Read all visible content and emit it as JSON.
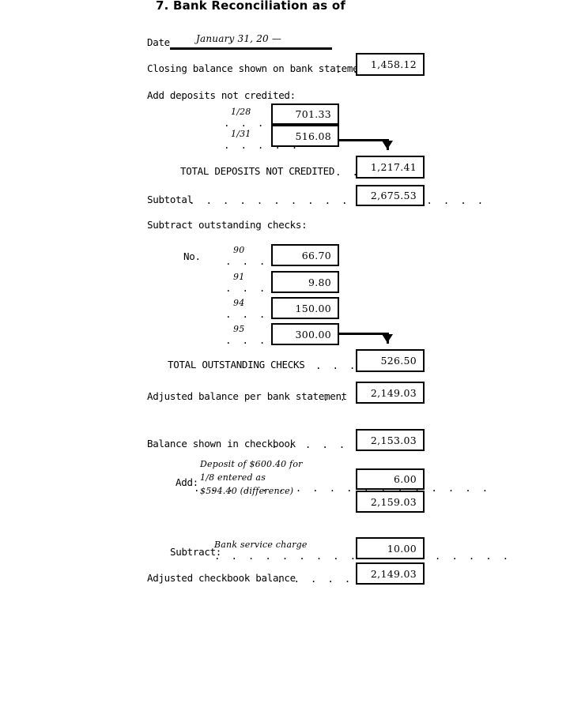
{
  "form": {
    "title": "7. Bank Reconciliation as of",
    "date_label": "Date",
    "date_value": "January 31, 20 —"
  },
  "bank_side": {
    "closing_balance_label": "Closing balance shown on bank statement",
    "closing_balance_value": "1,458.12",
    "add_deposits_label": "Add deposits not credited:",
    "deposits": [
      {
        "date": "1/28",
        "amount": "701.33"
      },
      {
        "date": "1/31",
        "amount": "516.08"
      }
    ],
    "total_deposits_label": "TOTAL DEPOSITS NOT CREDITED",
    "total_deposits_value": "1,217.41",
    "subtotal_label": "Subtotal",
    "subtotal_value": "2,675.53",
    "subtract_checks_label": "Subtract outstanding checks:",
    "number_label": "No.",
    "checks": [
      {
        "number": "90",
        "amount": "66.70"
      },
      {
        "number": "91",
        "amount": "9.80"
      },
      {
        "number": "94",
        "amount": "150.00"
      },
      {
        "number": "95",
        "amount": "300.00"
      }
    ],
    "total_checks_label": "TOTAL OUTSTANDING CHECKS",
    "total_checks_value": "526.50",
    "adjusted_bank_label": "Adjusted balance per bank statement",
    "adjusted_bank_value": "2,149.03"
  },
  "checkbook_side": {
    "balance_label": "Balance shown in checkbook",
    "balance_value": "2,153.03",
    "add_label": "Add:",
    "add_note_line1": "Deposit of $600.40 for",
    "add_note_line2": "1/8 entered as",
    "add_note_line3": "$594.40 (difference)",
    "add_value": "6.00",
    "add_running_total": "2,159.03",
    "subtract_label": "Subtract:",
    "subtract_note": "Bank service charge",
    "subtract_value": "10.00",
    "adjusted_checkbook_label": "Adjusted checkbook balance",
    "adjusted_checkbook_value": "2,149.03"
  },
  "leaders": {
    "d2": ". .",
    "d4": ". . . .",
    "d5": ". . . . .",
    "d6": ". . . . . .",
    "d9": ". . . . . . . . .",
    "d18": ". . . . . . . . . . . . . . . . . ."
  }
}
